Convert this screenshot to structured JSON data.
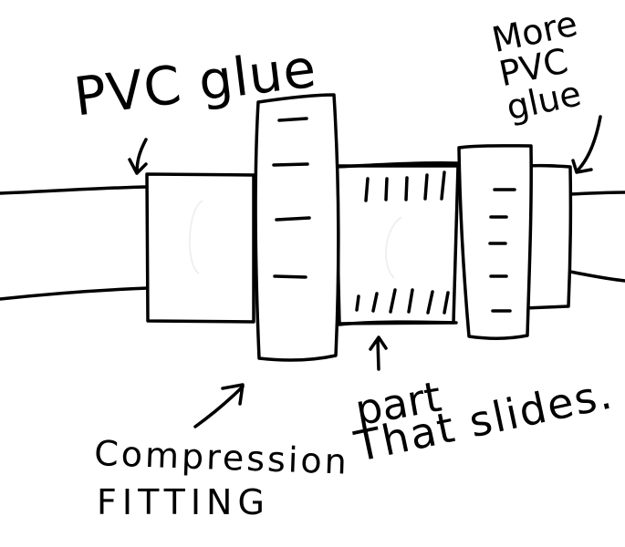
{
  "labels": {
    "pvc_glue": "PVC glue",
    "more_pvc_glue": "More PVC glue",
    "compression_fitting_line1": "Compression",
    "compression_fitting_line2": "FITTING",
    "part_that_slides_line1": "part",
    "part_that_slides_line2": "That slides."
  },
  "colors": {
    "ink": "#000000",
    "paper": "#ffffff"
  }
}
